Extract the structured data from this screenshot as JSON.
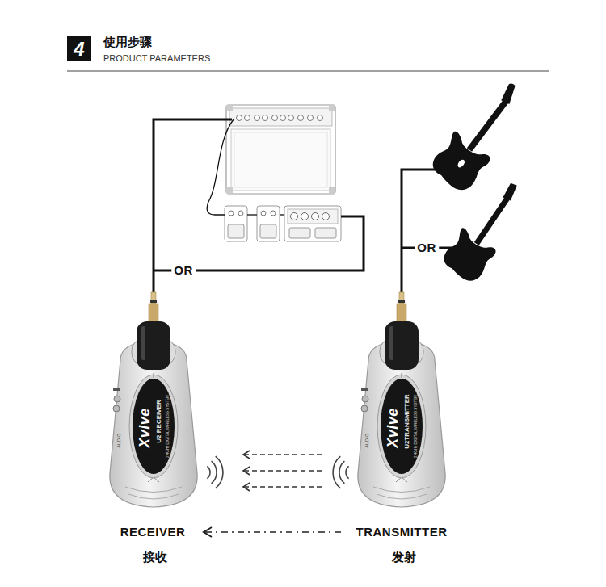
{
  "diagram": {
    "title": "使用步骤",
    "nodes": [
      {
        "text": [
          "4"
        ]
      },
      {
        "text": [
          "Xvive",
          "U2 RECEIVER",
          "2.4GHz DIGITAL WIRELESS SYSTEM",
          "AUDIO"
        ]
      },
      {
        "text": [
          "Xvive",
          "U2TRANSMITTER",
          "2.4GHz DIGITAL WIRELESS SYSTEM",
          "AUDIO"
        ]
      }
    ],
    "edges": [
      {
        "from": 2,
        "to": 1,
        "arrow": "to"
      },
      {
        "from": 2,
        "to": 1,
        "arrow": "to"
      },
      {
        "from": 2,
        "to": 1,
        "arrow": "to"
      }
    ],
    "labels": [
      "PRODUCT PARAMETERS",
      "OR",
      "OR",
      "RECEIVER",
      "TRANSMITTER",
      "接收",
      "发射"
    ]
  }
}
